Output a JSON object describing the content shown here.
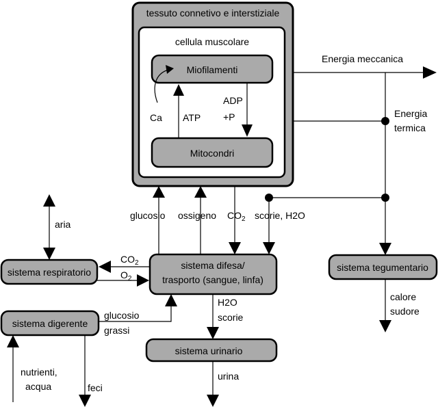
{
  "outer_box": {
    "label": "tessuto connetivo e interstiziale"
  },
  "cell_box": {
    "label": "cellula muscolare"
  },
  "myofilaments": {
    "label": "Miofilamenti"
  },
  "mitochondria": {
    "label": "Mitocondri"
  },
  "inner_labels": {
    "ca": "Ca",
    "atp": "ATP",
    "adp": "ADP",
    "p": "+P"
  },
  "outputs": {
    "mechanical": "Energia meccanica",
    "thermal_1": "Energia",
    "thermal_2": "termica"
  },
  "exchange_labels": {
    "glucose": "glucosio",
    "oxygen": "ossigeno",
    "co2": "CO",
    "co2_sub": "2",
    "waste_water": "scorie, H2O"
  },
  "systems": {
    "respiratory": "sistema respiratorio",
    "defense_1": "sistema difesa/",
    "defense_2": "trasporto (sangue, linfa)",
    "integumentary": "sistema tegumentario",
    "digestive": "sistema digerente",
    "urinary": "sistema urinario"
  },
  "flows": {
    "air": "aria",
    "resp_co2": "CO",
    "resp_co2_sub": "2",
    "resp_o2": "O",
    "resp_o2_sub": "2",
    "dig_glucose": "glucosio",
    "dig_fats": "grassi",
    "nutrients_1": "nutrienti,",
    "nutrients_2": "acqua",
    "feces": "feci",
    "urine_h2o": "H2O",
    "urine_waste": "scorie",
    "urine": "urina",
    "heat": "calore",
    "sweat": "sudore"
  }
}
